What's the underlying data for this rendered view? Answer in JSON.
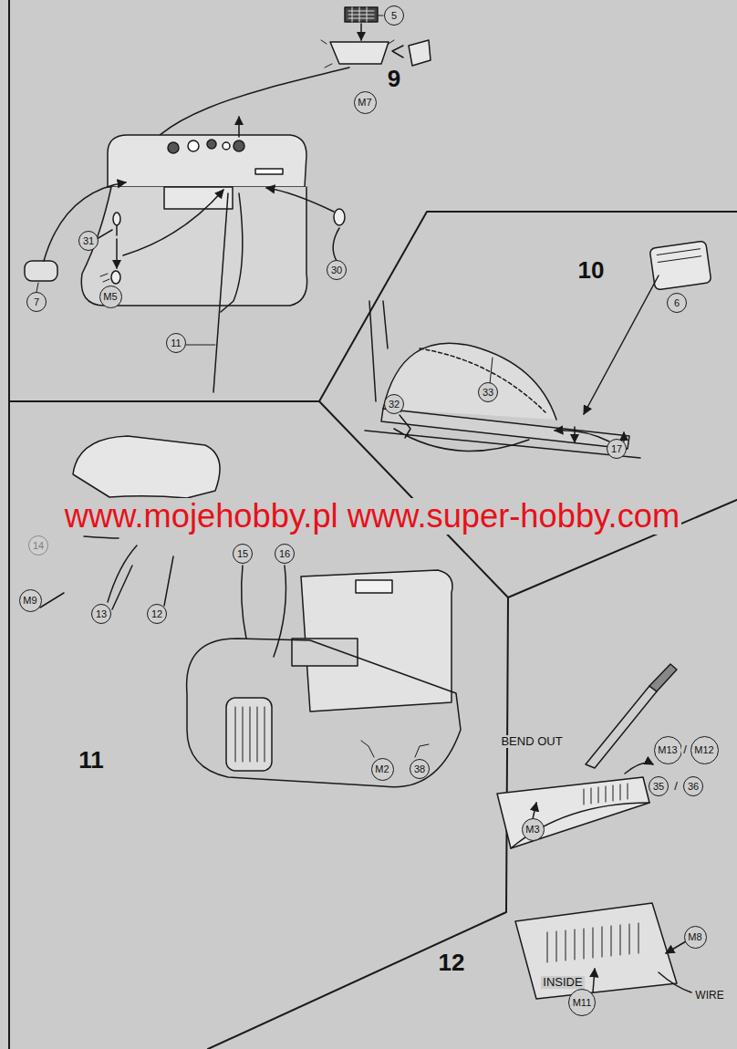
{
  "diagram": {
    "nodes": [
      {
        "text": [
          "5"
        ]
      },
      {
        "text": [
          "M7"
        ]
      },
      {
        "text": [
          "31"
        ]
      },
      {
        "text": [
          "30"
        ]
      },
      {
        "text": [
          "7"
        ]
      },
      {
        "text": [
          "M5"
        ]
      },
      {
        "text": [
          "11"
        ]
      },
      {
        "text": [
          "6"
        ]
      },
      {
        "text": [
          "32"
        ]
      },
      {
        "text": [
          "33"
        ]
      },
      {
        "text": [
          "17"
        ]
      },
      {
        "text": [
          "14"
        ]
      },
      {
        "text": [
          "M9"
        ]
      },
      {
        "text": [
          "13"
        ]
      },
      {
        "text": [
          "12"
        ]
      },
      {
        "text": [
          "15"
        ]
      },
      {
        "text": [
          "16"
        ]
      },
      {
        "text": [
          "M2"
        ]
      },
      {
        "text": [
          "38"
        ]
      },
      {
        "text": [
          "M13"
        ]
      },
      {
        "text": [
          "M12"
        ]
      },
      {
        "text": [
          "35"
        ]
      },
      {
        "text": [
          "36"
        ]
      },
      {
        "text": [
          "M3"
        ]
      },
      {
        "text": [
          "M8"
        ]
      },
      {
        "text": [
          "M11"
        ]
      }
    ],
    "labels": [
      "9",
      "10",
      "www.mojehobby.pl www.super-hobby.com",
      "11",
      "BEND OUT",
      "/",
      "/",
      "12",
      "INSIDE",
      "WIRE"
    ]
  }
}
